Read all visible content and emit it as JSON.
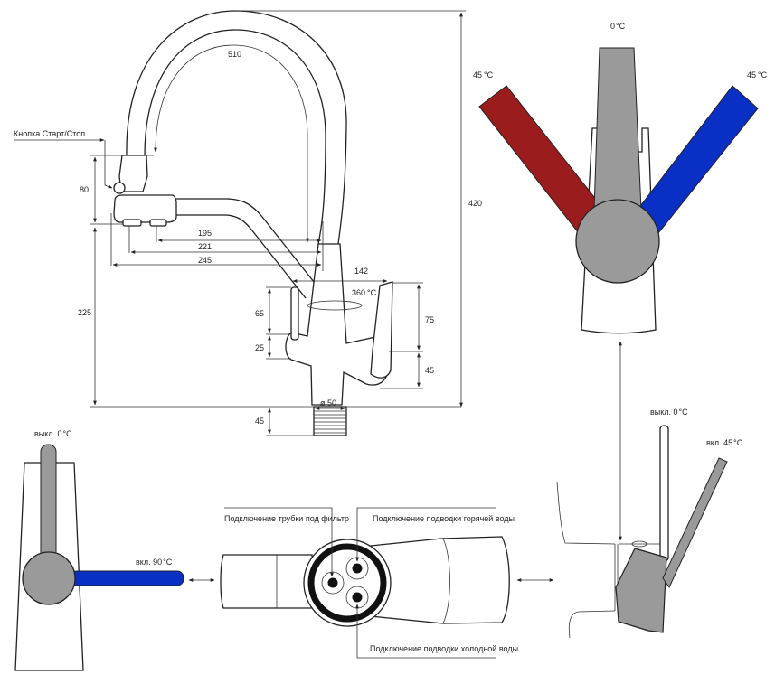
{
  "colors": {
    "hot": "#9b1c1c",
    "cold": "#0a2fc4",
    "neutral": "#9a9a9a",
    "line": "#222222"
  },
  "side_view": {
    "start_stop_label": "Кнопка Старт/Стоп",
    "dimensions": {
      "spout_length": "510",
      "total_height": "420",
      "button_height": "80",
      "base_height": "225",
      "reach_1": "195",
      "reach_2": "221",
      "reach_3": "245",
      "handle_spacing": "142",
      "rotation": "360",
      "rotation_unit": "°C",
      "left_handle_upper": "65",
      "left_handle_lower": "25",
      "right_handle_upper": "75",
      "right_handle_lower": "45",
      "base_diameter": "ø 50",
      "thread_length": "45"
    }
  },
  "top_view": {
    "center_label": "0",
    "left_label": "45",
    "right_label": "45",
    "unit": "°C"
  },
  "filter_lever_view": {
    "off_label": "выкл. 0",
    "on_label": "вкл. 90",
    "unit": "°C"
  },
  "side_lever_view": {
    "off_label": "выкл. 0",
    "on_label": "вкл. 45",
    "unit": "°C"
  },
  "connections_view": {
    "filter_tube": "Подключение трубки под фильтр",
    "hot_water": "Подключение подводки горячей воды",
    "cold_water": "Подключение подводки холодной воды"
  }
}
